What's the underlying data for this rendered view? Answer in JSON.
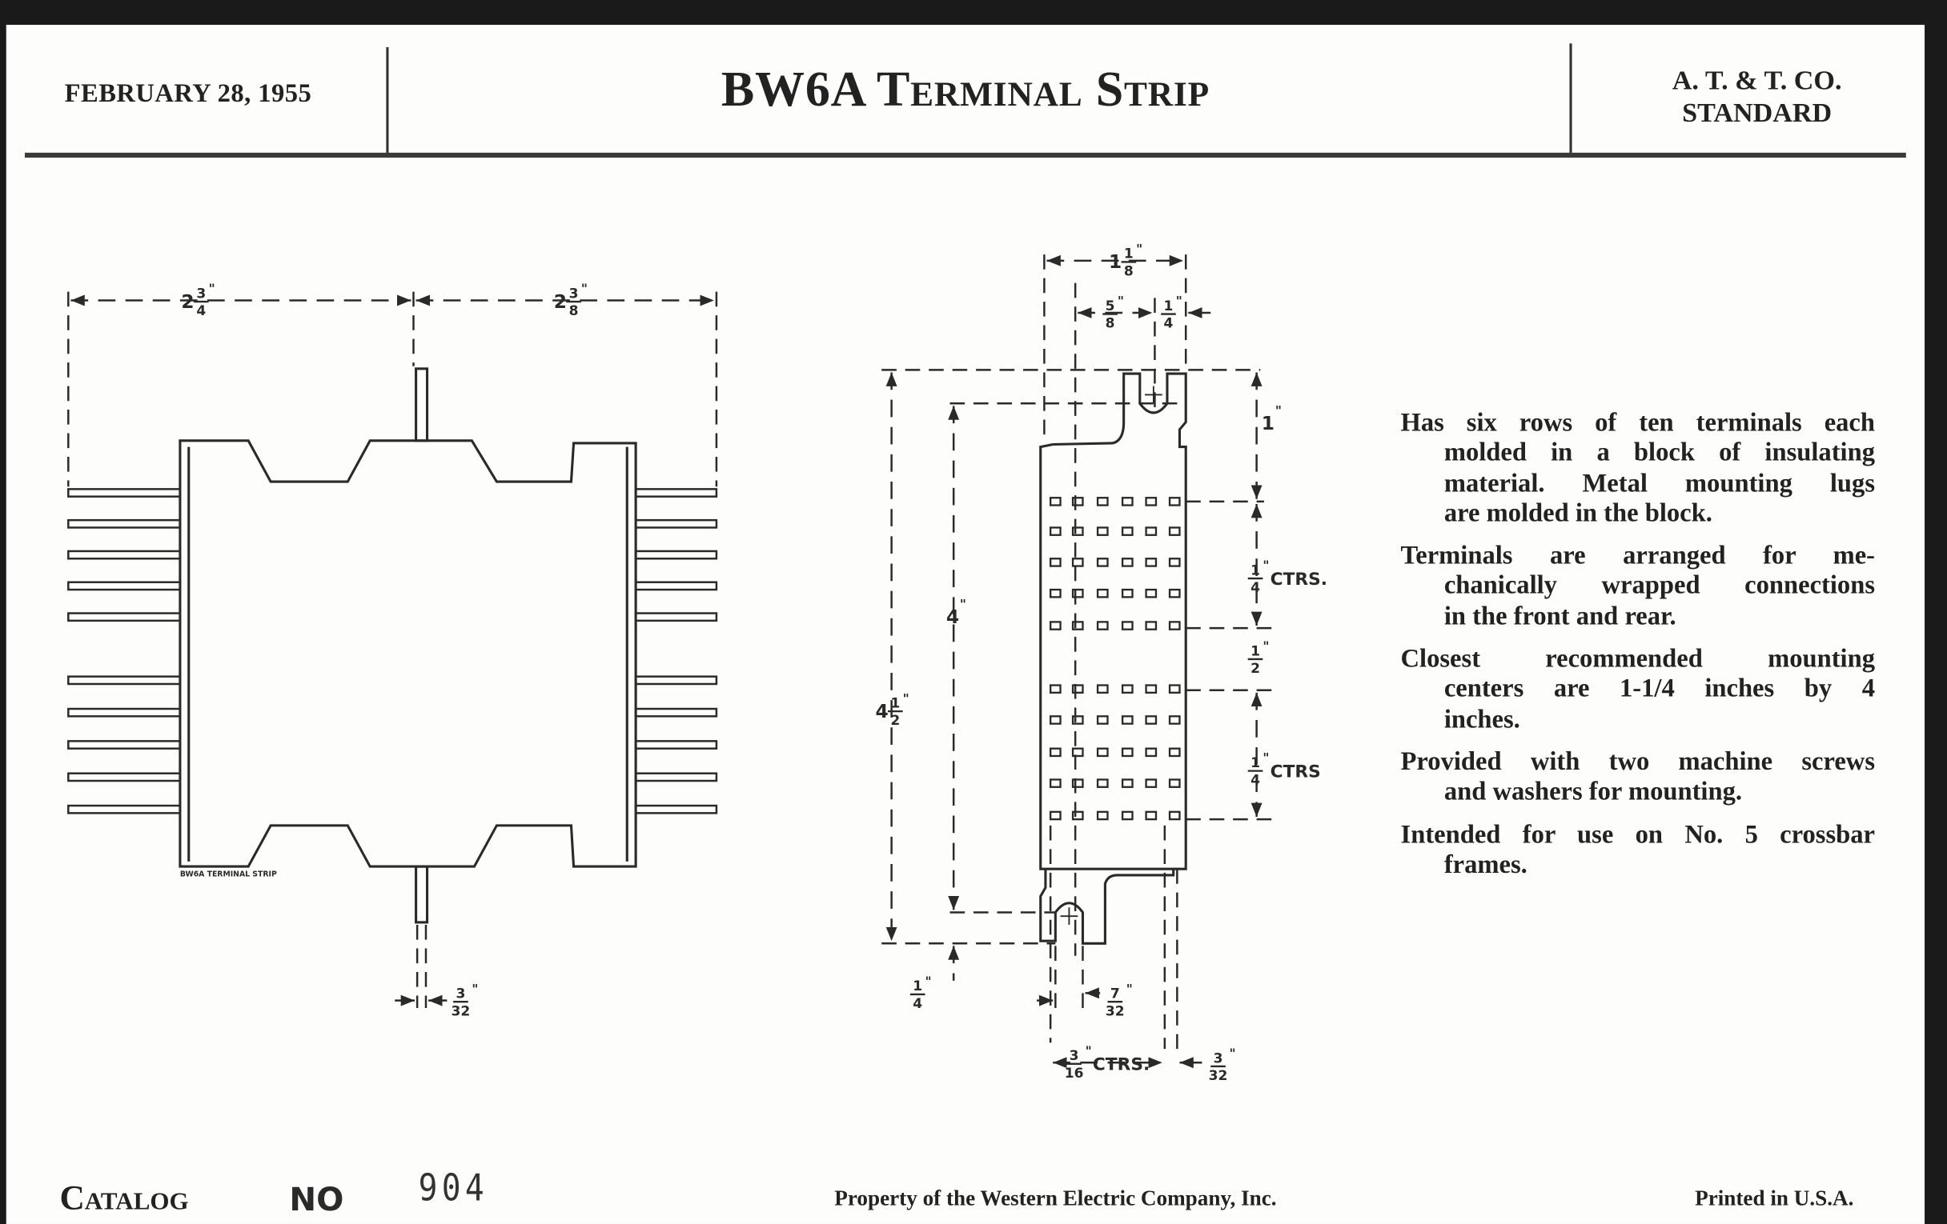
{
  "header": {
    "date": "FEBRUARY 28, 1955",
    "title": "BW6A Terminal Strip",
    "standard_line1": "A. T. & T. CO.",
    "standard_line2": "STANDARD"
  },
  "description": {
    "paragraphs": [
      {
        "lines": [
          "Has six rows of ten terminals each",
          "molded in a block of insulating",
          "material.  Metal mounting lugs",
          "are molded in the block."
        ]
      },
      {
        "lines": [
          "Terminals are arranged for me-",
          "chanically wrapped connections",
          "in the front and rear."
        ]
      },
      {
        "lines": [
          "Closest recommended mounting",
          "centers are 1-1/4 inches by 4",
          "inches."
        ]
      },
      {
        "lines": [
          "Provided with two machine screws",
          "and washers for mounting."
        ]
      },
      {
        "lines": [
          "Intended for use on No. 5 crossbar",
          "frames."
        ]
      }
    ]
  },
  "drawing": {
    "front_view_label": "BW6A TERMINAL STRIP",
    "dimensions": {
      "left_half_width": {
        "whole": "2",
        "num": "3",
        "den": "4",
        "unit": "\"",
        "suffix": ""
      },
      "right_half_width": {
        "whole": "2",
        "num": "3",
        "den": "8",
        "unit": "\"",
        "suffix": ""
      },
      "tab_thickness": {
        "whole": "",
        "num": "3",
        "den": "32",
        "unit": "\"",
        "suffix": ""
      },
      "overall_width": {
        "whole": "1",
        "num": "1",
        "den": "8",
        "unit": "\"",
        "suffix": ""
      },
      "slot_offset": {
        "whole": "",
        "num": "5",
        "den": "8",
        "unit": "\"",
        "suffix": ""
      },
      "lug_edge": {
        "whole": "",
        "num": "1",
        "den": "4",
        "unit": "\"",
        "suffix": ""
      },
      "top_to_first_row": {
        "whole": "1",
        "num": "",
        "den": "",
        "unit": "\"",
        "suffix": ""
      },
      "row_centers_upper": {
        "whole": "",
        "num": "1",
        "den": "4",
        "unit": "\"",
        "suffix": "CTRS."
      },
      "group_gap": {
        "whole": "",
        "num": "1",
        "den": "2",
        "unit": "\"",
        "suffix": ""
      },
      "row_centers_lower": {
        "whole": "",
        "num": "1",
        "den": "4",
        "unit": "\"",
        "suffix": "CTRS"
      },
      "mounting_centers": {
        "whole": "4",
        "num": "",
        "den": "",
        "unit": "\"",
        "suffix": ""
      },
      "overall_height": {
        "whole": "4",
        "num": "1",
        "den": "2",
        "unit": "\"",
        "suffix": ""
      },
      "lug_offset": {
        "whole": "",
        "num": "1",
        "den": "4",
        "unit": "\"",
        "suffix": ""
      },
      "slot_width": {
        "whole": "",
        "num": "7",
        "den": "32",
        "unit": "\"",
        "suffix": ""
      },
      "column_centers": {
        "whole": "",
        "num": "3",
        "den": "16",
        "unit": "\"",
        "suffix": "CTRS."
      },
      "edge_margin": {
        "whole": "",
        "num": "3",
        "den": "32",
        "unit": "\"",
        "suffix": ""
      }
    }
  },
  "footer": {
    "catalog_label": "Catalog",
    "number_label": "NO",
    "catalog_number": "904",
    "property": "Property of the Western Electric Company, Inc.",
    "printed": "Printed in U.S.A."
  },
  "colors": {
    "ink": "#2a2a2a",
    "paper": "#fdfdfc",
    "border": "#1a1a1a"
  }
}
